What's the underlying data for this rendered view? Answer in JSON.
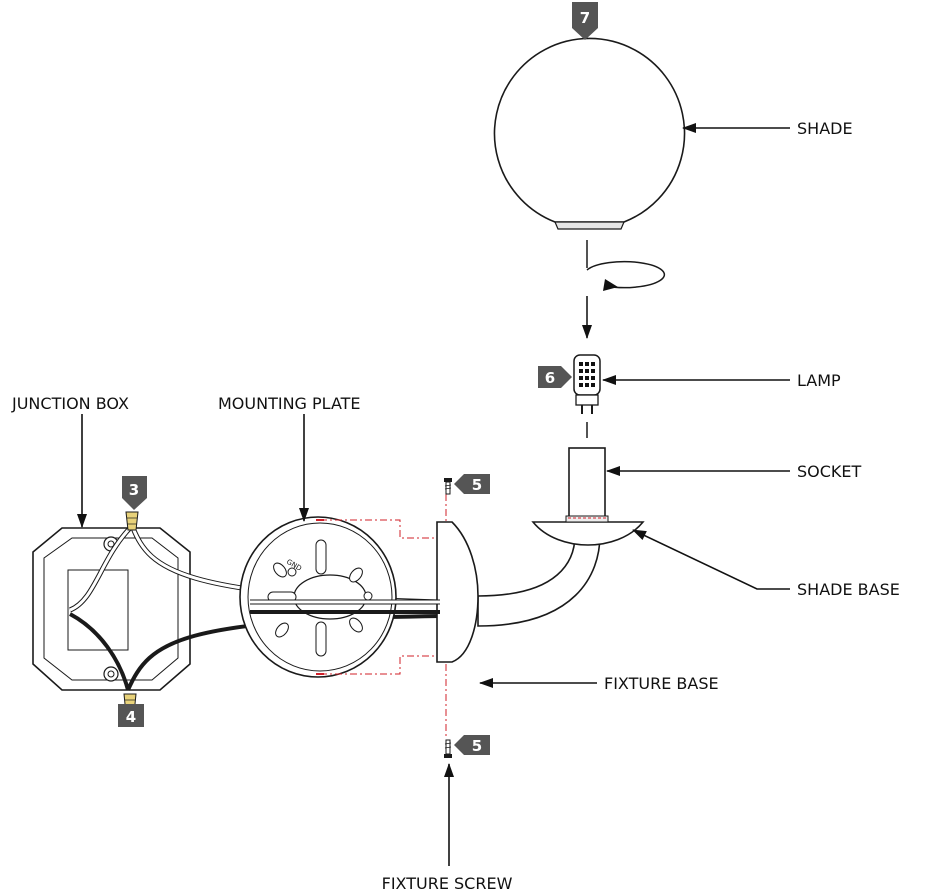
{
  "labels": {
    "shade": "SHADE",
    "lamp": "LAMP",
    "socket": "SOCKET",
    "shade_base": "SHADE BASE",
    "fixture_base": "FIXTURE BASE",
    "fixture_screw": "FIXTURE SCREW",
    "junction_box": "JUNCTION BOX",
    "mounting_plate": "MOUNTING PLATE",
    "plate_gnd": "GND"
  },
  "steps": {
    "shade": "7",
    "lamp": "6",
    "wire_top": "3",
    "wire_bottom": "4",
    "screw_top": "5",
    "screw_bottom": "5"
  },
  "colors": {
    "line": "#1a1a1a",
    "badge": "#555555",
    "guide": "#d0202a",
    "wire_nut": "#e8d27a",
    "black_wire": "#1a1a1a"
  }
}
